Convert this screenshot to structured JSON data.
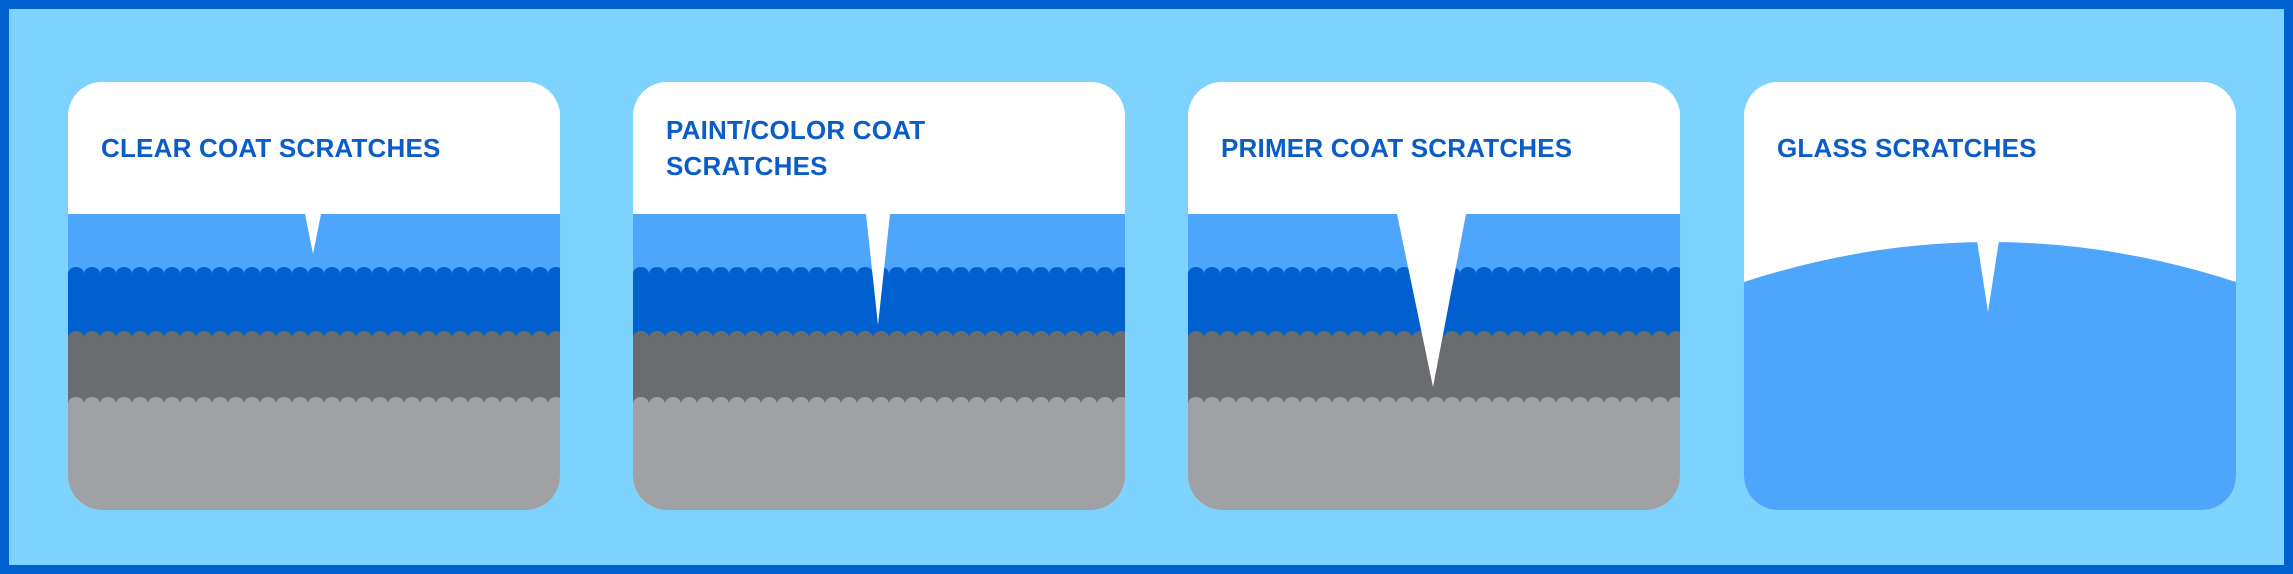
{
  "colors": {
    "background": "#7dd3fd",
    "border": "#0060d0",
    "card": "#ffffff",
    "clear_coat": "#4da6fb",
    "color_coat": "#0060d0",
    "primer_coat": "#6b6c70",
    "metal_base": "#a0a1a4",
    "glass": "#4da6fb",
    "title_text": "#0a5cc6"
  },
  "panels": [
    {
      "title": "CLEAR COAT SCRATCHES",
      "scratch_reaches": "clear coat"
    },
    {
      "title": "PAINT/COLOR COAT SCRATCHES",
      "scratch_reaches": "color coat"
    },
    {
      "title": "PRIMER COAT SCRATCHES",
      "scratch_reaches": "primer coat"
    },
    {
      "title": "GLASS SCRATCHES",
      "scratch_reaches": "glass"
    }
  ]
}
